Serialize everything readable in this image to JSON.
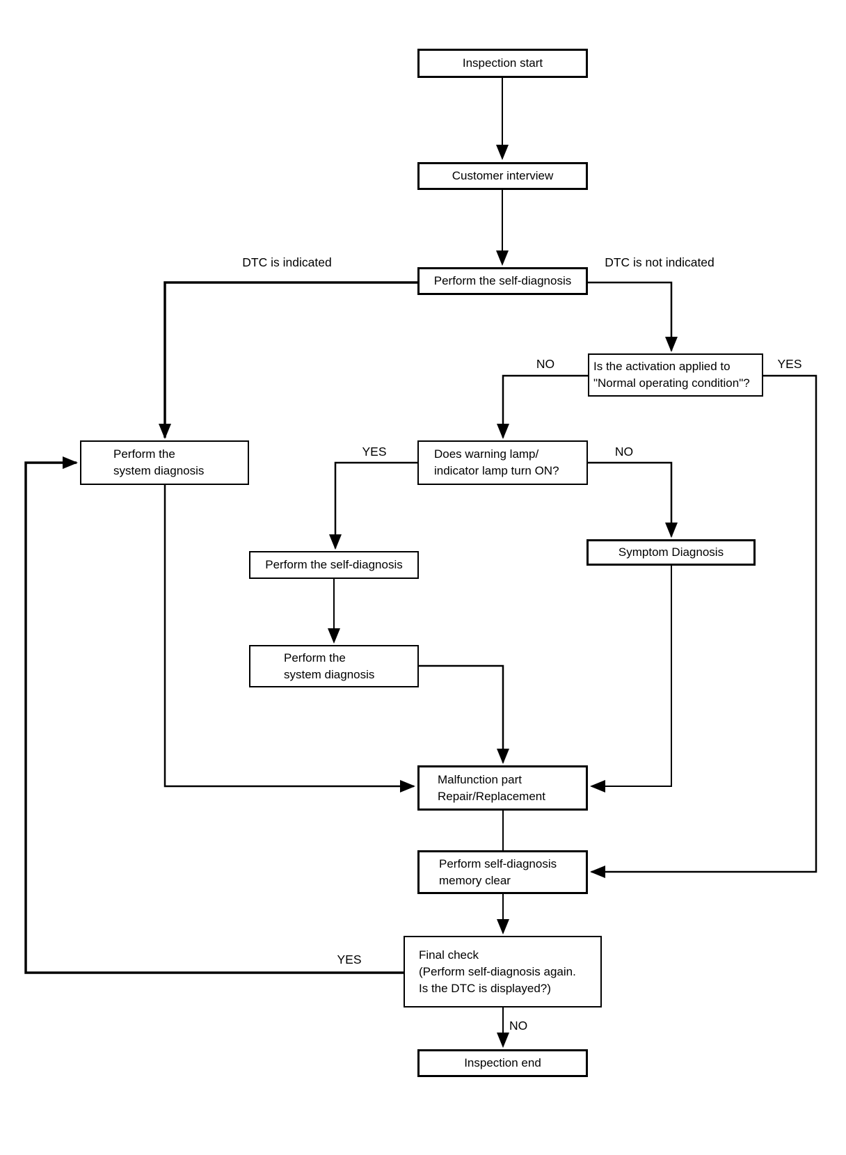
{
  "page": {
    "background": "#ffffff"
  },
  "diagram": {
    "type": "flowchart",
    "line_color": "#000000",
    "box_fill": "#ffffff",
    "nodes": {
      "inspection_start": {
        "label": "Inspection start"
      },
      "customer_interview": {
        "label": "Customer interview"
      },
      "self_diagnosis_main": {
        "label": "Perform the self-diagnosis"
      },
      "activation_check": {
        "label": "Is the activation applied to\n\"Normal operating condition\"?"
      },
      "system_diagnosis_left": {
        "label": "Perform the\nsystem diagnosis"
      },
      "warning_lamp_check": {
        "label": "Does warning lamp/\nindicator lamp turn ON?"
      },
      "symptom_diagnosis": {
        "label": "Symptom Diagnosis"
      },
      "self_diagnosis_mid": {
        "label": "Perform the self-diagnosis"
      },
      "system_diagnosis_mid": {
        "label": "Perform the\nsystem diagnosis"
      },
      "malfunction_repair": {
        "label": "Malfunction part\nRepair/Replacement"
      },
      "memory_clear": {
        "label": "Perform self-diagnosis\nmemory clear"
      },
      "final_check": {
        "label": "Final check\n(Perform self-diagnosis again.\nIs the DTC is displayed?)"
      },
      "inspection_end": {
        "label": "Inspection end"
      }
    },
    "edge_labels": {
      "dtc_indicated": "DTC is indicated",
      "dtc_not_indicated": "DTC is not indicated",
      "activation_no": "NO",
      "activation_yes": "YES",
      "lamp_yes": "YES",
      "lamp_no": "NO",
      "final_yes": "YES",
      "final_no": "NO"
    }
  }
}
